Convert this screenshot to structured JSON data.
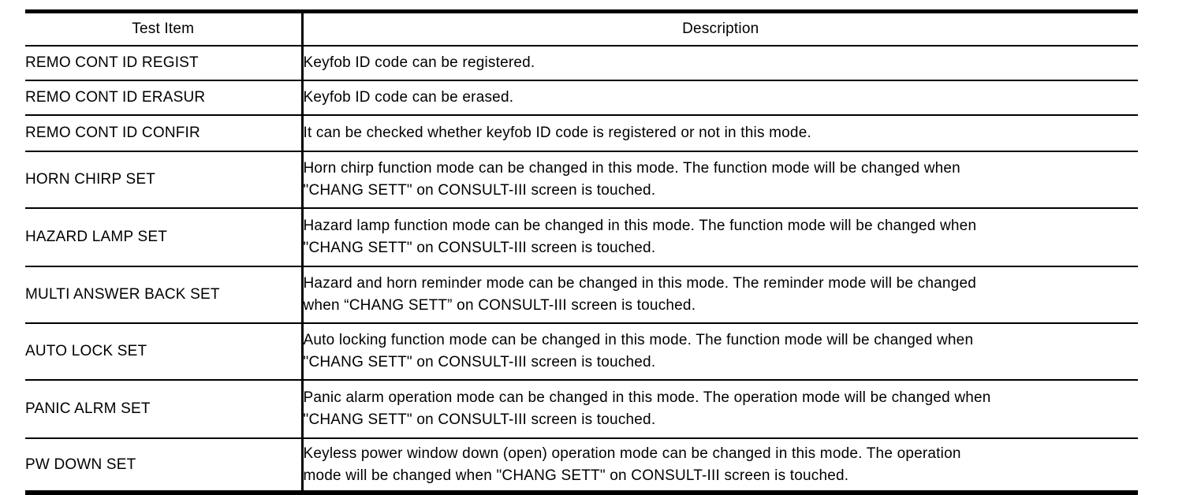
{
  "table": {
    "columns": {
      "test_item": "Test Item",
      "description": "Description"
    },
    "rows": [
      {
        "item": "REMO CONT ID REGIST",
        "description": "Keyfob ID code can be registered."
      },
      {
        "item": "REMO CONT ID ERASUR",
        "description": "Keyfob ID code can be erased."
      },
      {
        "item": "REMO CONT ID CONFIR",
        "description": "It can be checked whether keyfob ID code is registered or not in this mode."
      },
      {
        "item": "HORN CHIRP SET",
        "description": "Horn chirp function mode can be changed in this mode. The function mode will be changed when\n\"CHANG SETT\" on CONSULT-III screen is touched."
      },
      {
        "item": "HAZARD LAMP SET",
        "description": "Hazard lamp function mode can be changed in this mode. The function mode will be changed when\n\"CHANG SETT\" on CONSULT-III screen is touched."
      },
      {
        "item": "MULTI ANSWER BACK SET",
        "description": "Hazard and horn reminder mode can be changed in this mode. The reminder mode will be changed\nwhen “CHANG SETT” on CONSULT-III screen is touched."
      },
      {
        "item": "AUTO LOCK SET",
        "description": "Auto locking function mode can be changed in this mode. The function mode will be changed when\n\"CHANG SETT\" on CONSULT-III screen is touched."
      },
      {
        "item": "PANIC ALRM SET",
        "description": "Panic alarm operation mode can be changed in this mode. The operation mode will be changed when\n\"CHANG SETT\" on CONSULT-III screen is touched."
      },
      {
        "item": "PW DOWN SET",
        "description": "Keyless power window down (open) operation mode can be changed in this mode. The operation\nmode will be changed when \"CHANG SETT\" on CONSULT-III screen is touched."
      }
    ],
    "colors": {
      "text": "#000000",
      "border": "#000000",
      "background": "#ffffff"
    }
  }
}
